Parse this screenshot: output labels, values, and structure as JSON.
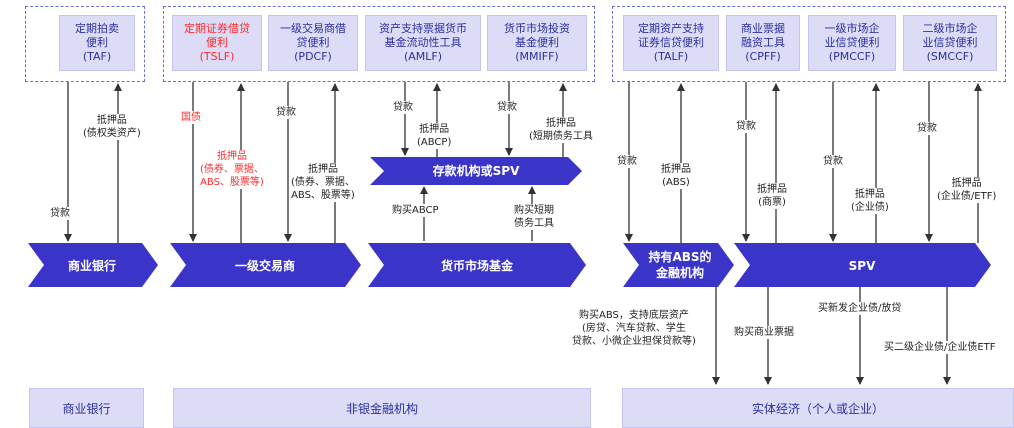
{
  "facilities": [
    {
      "id": "taf",
      "lines": [
        "定期拍卖",
        "便利",
        "(TAF)"
      ],
      "red": false
    },
    {
      "id": "tslf",
      "lines": [
        "定期证券借贷",
        "便利",
        "(TSLF)"
      ],
      "red": true
    },
    {
      "id": "pdcf",
      "lines": [
        "一级交易商借",
        "贷便利",
        "(PDCF)"
      ],
      "red": false
    },
    {
      "id": "amlf",
      "lines": [
        "资产支持票据货币",
        "基金流动性工具",
        "(AMLF)"
      ],
      "red": false
    },
    {
      "id": "mmiff",
      "lines": [
        "货币市场投资",
        "基金便利",
        "(MMIFF)"
      ],
      "red": false
    },
    {
      "id": "talf",
      "lines": [
        "定期资产支持",
        "证券信贷便利",
        "(TALF)"
      ],
      "red": false
    },
    {
      "id": "cpff",
      "lines": [
        "商业票据",
        "融资工具",
        "(CPFF)"
      ],
      "red": false
    },
    {
      "id": "pmccf",
      "lines": [
        "一级市场企",
        "业信贷便利",
        "(PMCCF)"
      ],
      "red": false
    },
    {
      "id": "smccf",
      "lines": [
        "二级市场企",
        "业信贷便利",
        "(SMCCF)"
      ],
      "red": false
    }
  ],
  "bands": {
    "commercial_bank": "商业银行",
    "primary_dealer": "一级交易商",
    "mmf": "货币市场基金",
    "abs_holder_1": "持有ABS的",
    "abs_holder_2": "金融机构",
    "spv": "SPV",
    "depository_spv": "存款机构或SPV"
  },
  "bottom": {
    "bank": "商业银行",
    "nonbank": "非银金融机构",
    "real_economy": "实体经济（个人或企业）"
  },
  "labels": {
    "taf_loan": "贷款",
    "taf_collateral": [
      "抵押品",
      "(债权类资产)"
    ],
    "tslf_treasury": "国债",
    "tslf_collateral": [
      "抵押品",
      "(债券、票据、",
      "ABS、股票等)"
    ],
    "pdcf_loan": "贷款",
    "pdcf_collateral": [
      "抵押品",
      "(债券、票据、",
      "ABS、股票等)"
    ],
    "amlf_loan": "贷款",
    "amlf_collateral": [
      "抵押品",
      "(ABCP)"
    ],
    "mmiff_loan": "贷款",
    "mmiff_collateral": [
      "抵押品",
      "(短期债务工具"
    ],
    "buy_abcp": "购买ABCP",
    "buy_short": [
      "购买短期",
      "债务工具"
    ],
    "talf_loan": "贷款",
    "talf_collateral": [
      "抵押品",
      "(ABS)"
    ],
    "cpff_loan": "贷款",
    "cpff_collateral": [
      "抵押品",
      "(商票)"
    ],
    "pmccf_loan": "贷款",
    "pmccf_collateral": [
      "抵押品",
      "(企业债)"
    ],
    "smccf_loan": "贷款",
    "smccf_collateral": [
      "抵押品",
      "(企业债/ETF)"
    ],
    "buy_abs": [
      "购买ABS，支持底层资产",
      "(房贷、汽车贷款、学生",
      "贷款、小微企业担保贷款等)"
    ],
    "buy_cp": "购买商业票据",
    "buy_new_bond": "买新发企业债/放贷",
    "buy_secondary": "买二级企业债/企业债ETF"
  },
  "colors": {
    "band": "#3a34c8",
    "box_fill": "#dcdcf6",
    "box_text": "#2b2fa0",
    "dash": "#6a6fd0",
    "highlight": "#ff2a2a",
    "arrow": "#333333"
  }
}
